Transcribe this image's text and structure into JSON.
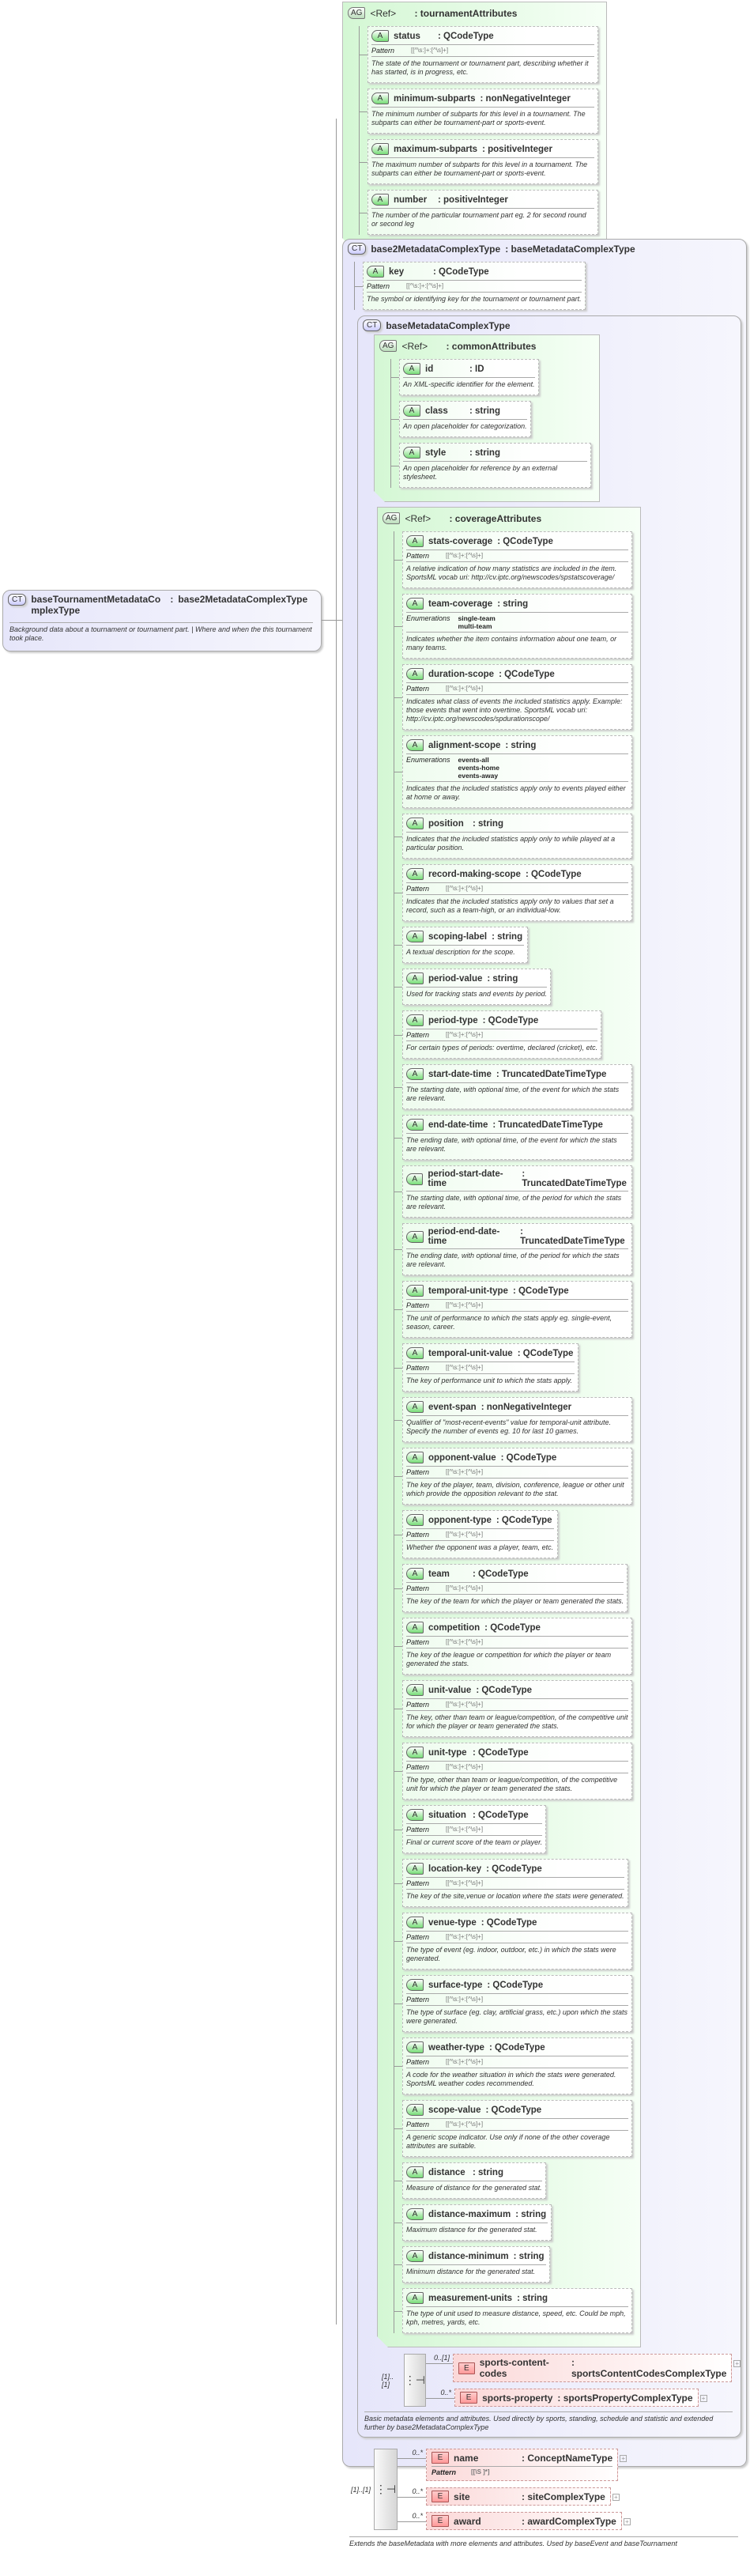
{
  "root": {
    "badge": "CT",
    "name": "baseTournamentMetadataComplexType",
    "separator": ":",
    "base": "base2MetadataComplexType",
    "description": "Background data about a tournament or tournament part. | Where and when the this tournament took place."
  },
  "tournament_attributes": {
    "badge": "AG",
    "ref": "<Ref>",
    "name": ": tournamentAttributes",
    "attributes": [
      {
        "badge": "A",
        "name": "status",
        "type": ": QCodeType",
        "pattern_label": "Pattern",
        "pattern": "[[^\\s:]+:[^\\s]+]",
        "description": "The state of the tournament or tournament part, describing whether it has started, is in progress, etc."
      },
      {
        "badge": "A",
        "name": "minimum-subparts",
        "type": ": nonNegativeInteger",
        "description": "The minimum number of subparts for this level in a tournament. The subparts can either be tournament-part or sports-event."
      },
      {
        "badge": "A",
        "name": "maximum-subparts",
        "type": ": positiveInteger",
        "description": "The maximum number of subparts for this level in a tournament. The subparts can either be tournament-part or sports-event."
      },
      {
        "badge": "A",
        "name": "number",
        "type": ": positiveInteger",
        "description": "The number of the particular tournament part eg. 2 for second round or second leg"
      }
    ]
  },
  "base2": {
    "badge": "CT",
    "name": "base2MetadataComplexType",
    "base": ": baseMetadataComplexType",
    "attributes": [
      {
        "badge": "A",
        "name": "key",
        "type": ": QCodeType",
        "pattern_label": "Pattern",
        "pattern": "[[^\\s:]+:[^\\s]+]",
        "description": "The symbol or identifying key for the tournament or tournament part."
      }
    ],
    "base_metadata": {
      "badge": "CT",
      "name": "baseMetadataComplexType",
      "common_attributes": {
        "badge": "AG",
        "ref": "<Ref>",
        "name": ": commonAttributes",
        "attributes": [
          {
            "badge": "A",
            "name": "id",
            "type": ": ID",
            "description": "An XML-specific identifier for the element."
          },
          {
            "badge": "A",
            "name": "class",
            "type": ": string",
            "description": "An open placeholder for categorization."
          },
          {
            "badge": "A",
            "name": "style",
            "type": ": string",
            "description": "An open placeholder for reference by an external stylesheet."
          }
        ]
      },
      "coverage_attributes": {
        "badge": "AG",
        "ref": "<Ref>",
        "name": ": coverageAttributes",
        "attributes": [
          {
            "badge": "A",
            "name": "stats-coverage",
            "type": ": QCodeType",
            "pattern_label": "Pattern",
            "pattern": "[[^\\s:]+:[^\\s]+]",
            "description": "A relative indication of how many statistics are included in the item. SportsML vocab uri: http://cv.iptc.org/newscodes/spstatscoverage/"
          },
          {
            "badge": "A",
            "name": "team-coverage",
            "type": ": string",
            "enum_label": "Enumerations",
            "enumerations": [
              "single-team",
              "multi-team"
            ],
            "description": "Indicates whether the item contains information about one team, or many teams."
          },
          {
            "badge": "A",
            "name": "duration-scope",
            "type": ": QCodeType",
            "pattern_label": "Pattern",
            "pattern": "[[^\\s:]+:[^\\s]+]",
            "description": "Indicates what class of events the included statistics apply. Example: those events that went into overtime. SportsML vocab uri: http://cv.iptc.org/newscodes/spdurationscope/"
          },
          {
            "badge": "A",
            "name": "alignment-scope",
            "type": ": string",
            "enum_label": "Enumerations",
            "enumerations": [
              "events-all",
              "events-home",
              "events-away"
            ],
            "description": "Indicates that the included statistics apply only to events played either at home or away."
          },
          {
            "badge": "A",
            "name": "position",
            "type": ": string",
            "description": "Indicates that the included statistics apply only to while played at a particular position."
          },
          {
            "badge": "A",
            "name": "record-making-scope",
            "type": ": QCodeType",
            "pattern_label": "Pattern",
            "pattern": "[[^\\s:]+:[^\\s]+]",
            "description": "Indicates that the included statistics apply only to values that set a record, such as a team-high, or an individual-low."
          },
          {
            "badge": "A",
            "name": "scoping-label",
            "type": ": string",
            "description": "A textual description for the scope."
          },
          {
            "badge": "A",
            "name": "period-value",
            "type": ": string",
            "description": "Used for tracking stats and events by period."
          },
          {
            "badge": "A",
            "name": "period-type",
            "type": ": QCodeType",
            "pattern_label": "Pattern",
            "pattern": "[[^\\s:]+:[^\\s]+]",
            "description": "For certain types of periods: overtime, declared (cricket), etc."
          },
          {
            "badge": "A",
            "name": "start-date-time",
            "type": ": TruncatedDateTimeType",
            "description": "The starting date, with optional time, of the event for which the stats are relevant."
          },
          {
            "badge": "A",
            "name": "end-date-time",
            "type": ": TruncatedDateTimeType",
            "description": "The ending date, with optional time, of the event for which the stats are relevant."
          },
          {
            "badge": "A",
            "name": "period-start-date-time",
            "type": ": TruncatedDateTimeType",
            "description": "The starting date, with optional time, of the period for which the stats are relevant."
          },
          {
            "badge": "A",
            "name": "period-end-date-time",
            "type": ": TruncatedDateTimeType",
            "description": "The ending date, with optional time, of the period for which the stats are relevant."
          },
          {
            "badge": "A",
            "name": "temporal-unit-type",
            "type": ": QCodeType",
            "pattern_label": "Pattern",
            "pattern": "[[^\\s:]+:[^\\s]+]",
            "description": "The unit of performance to which the stats apply eg. single-event, season, career."
          },
          {
            "badge": "A",
            "name": "temporal-unit-value",
            "type": ": QCodeType",
            "pattern_label": "Pattern",
            "pattern": "[[^\\s:]+:[^\\s]+]",
            "description": "The key of performance unit to which the stats apply."
          },
          {
            "badge": "A",
            "name": "event-span",
            "type": ": nonNegativeInteger",
            "description": "Qualifier of \"most-recent-events\" value for temporal-unit attribute. Specify the number of events eg. 10 for last 10 games."
          },
          {
            "badge": "A",
            "name": "opponent-value",
            "type": ": QCodeType",
            "pattern_label": "Pattern",
            "pattern": "[[^\\s:]+:[^\\s]+]",
            "description": "The key of the player, team, division, conference, league or other unit which provide the opposition relevant to the stat."
          },
          {
            "badge": "A",
            "name": "opponent-type",
            "type": ": QCodeType",
            "pattern_label": "Pattern",
            "pattern": "[[^\\s:]+:[^\\s]+]",
            "description": "Whether the opponent was a player, team, etc."
          },
          {
            "badge": "A",
            "name": "team",
            "type": ": QCodeType",
            "pattern_label": "Pattern",
            "pattern": "[[^\\s:]+:[^\\s]+]",
            "description": "The key of the team for which the player or team generated the stats."
          },
          {
            "badge": "A",
            "name": "competition",
            "type": ": QCodeType",
            "pattern_label": "Pattern",
            "pattern": "[[^\\s:]+:[^\\s]+]",
            "description": "The key of the league or competition for which the player or team generated the stats."
          },
          {
            "badge": "A",
            "name": "unit-value",
            "type": ": QCodeType",
            "pattern_label": "Pattern",
            "pattern": "[[^\\s:]+:[^\\s]+]",
            "description": "The key, other than team or league/competition, of the competitive unit for which the player or team generated the stats."
          },
          {
            "badge": "A",
            "name": "unit-type",
            "type": ": QCodeType",
            "pattern_label": "Pattern",
            "pattern": "[[^\\s:]+:[^\\s]+]",
            "description": "The type, other than team or league/competition, of the competitive unit for which the player or team generated the stats."
          },
          {
            "badge": "A",
            "name": "situation",
            "type": ": QCodeType",
            "pattern_label": "Pattern",
            "pattern": "[[^\\s:]+:[^\\s]+]",
            "description": "Final or current score of the team or player."
          },
          {
            "badge": "A",
            "name": "location-key",
            "type": ": QCodeType",
            "pattern_label": "Pattern",
            "pattern": "[[^\\s:]+:[^\\s]+]",
            "description": "The key of the site,venue or location where the stats were generated."
          },
          {
            "badge": "A",
            "name": "venue-type",
            "type": ": QCodeType",
            "pattern_label": "Pattern",
            "pattern": "[[^\\s:]+:[^\\s]+]",
            "description": "The type of event (eg. indoor, outdoor, etc.) in which the stats were generated."
          },
          {
            "badge": "A",
            "name": "surface-type",
            "type": ": QCodeType",
            "pattern_label": "Pattern",
            "pattern": "[[^\\s:]+:[^\\s]+]",
            "description": "The type of surface (eg. clay, artificial grass, etc.) upon which the stats were generated."
          },
          {
            "badge": "A",
            "name": "weather-type",
            "type": ": QCodeType",
            "pattern_label": "Pattern",
            "pattern": "[[^\\s:]+:[^\\s]+]",
            "description": "A code for the weather situation in which the stats were generated. SportsML weather codes recommended."
          },
          {
            "badge": "A",
            "name": "scope-value",
            "type": ": QCodeType",
            "pattern_label": "Pattern",
            "pattern": "[[^\\s:]+:[^\\s]+]",
            "description": "A generic scope indicator. Use only if none of the other coverage attributes are suitable."
          },
          {
            "badge": "A",
            "name": "distance",
            "type": ": string",
            "description": "Measure of distance for the generated stat."
          },
          {
            "badge": "A",
            "name": "distance-maximum",
            "type": ": string",
            "description": "Maximum distance for the generated stat."
          },
          {
            "badge": "A",
            "name": "distance-minimum",
            "type": ": string",
            "description": "Minimum distance for the generated stat."
          },
          {
            "badge": "A",
            "name": "measurement-units",
            "type": ": string",
            "description": "The type of unit used to measure distance, speed, etc. Could be mph, kph, metres, yards, etc."
          }
        ]
      },
      "sequence": {
        "occurrence": "[1]..[1]",
        "elements": [
          {
            "badge": "E",
            "occurrence": "0..[1]",
            "name": "sports-content-codes",
            "type": ": sportsContentCodesComplexType"
          },
          {
            "badge": "E",
            "occurrence": "0..*",
            "name": "sports-property",
            "type": ": sportsPropertyComplexType"
          }
        ]
      },
      "description": "Basic metadata elements and attributes. Used directly by sports, standing, schedule and statistic and extended further by base2MetadataComplexType"
    },
    "sequence": {
      "occurrence": "[1]..[1]",
      "elements": [
        {
          "badge": "E",
          "occurrence": "0..*",
          "name": "name",
          "type": ": ConceptNameType",
          "pattern_label": "Pattern",
          "pattern": "[[\\S ]*]"
        },
        {
          "badge": "E",
          "occurrence": "0..*",
          "name": "site",
          "type": ": siteComplexType"
        },
        {
          "badge": "E",
          "occurrence": "0..*",
          "name": "award",
          "type": ": awardComplexType"
        }
      ]
    },
    "description": "Extends the baseMetadata with more elements and attributes. Used by baseEvent and baseTournament"
  }
}
